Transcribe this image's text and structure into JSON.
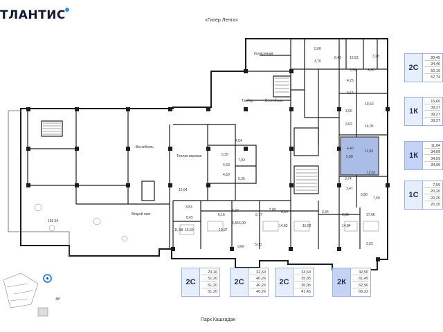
{
  "brand": {
    "logo_text": "ТЛАНТИС"
  },
  "streets": {
    "top": "«Гипер Лента»",
    "bottom": "Парк Кашкадан"
  },
  "compass": {
    "angle_label": "48°"
  },
  "colors": {
    "accent": "#3b8ed8",
    "card_tag": "#e7eefb",
    "card_highlight": "#c4d3f3",
    "highlight_unit": "#a9bde6",
    "walls": "#1b1b1b"
  },
  "icons": {
    "compass": "compass-icon",
    "location": "location-pin-icon"
  },
  "rooms": {
    "kolyaska": "Колясочная",
    "vestibule_right": "Вестибюль",
    "tambur": "Тамбур",
    "vestibule_center": "Вестибюль",
    "warm_floor": "Теплая игровая",
    "second_light": "Второй свет",
    "terrace": "159,64"
  },
  "areas": {
    "a_5_00": "5,00",
    "a_3_76": "3,76",
    "a_6_41": "6,41",
    "a_10_53": "10,53",
    "a_3_28": "3,28",
    "a_3_59": "3,59",
    "a_3_30": "3,30",
    "a_4_25": "4,25",
    "a_3_64": "3,64",
    "a_10_60": "10,60",
    "a_3_00": "3,00",
    "a_3_02": "3,02",
    "a_14_05": "14,05",
    "a_4_40": "4,40",
    "a_11_84": "11,84",
    "a_5_98": "5,98",
    "a_12_61": "12,61",
    "a_3_74": "3,74",
    "a_3_47": "3,47",
    "a_5_80": "5,80",
    "a_7_59": "7,59",
    "a_6_88": "6,88",
    "a_17_66": "17,66",
    "a_14_84": "14,84",
    "a_2_62": "2,62",
    "a_15_02": "15,02",
    "a_3_34": "3,34",
    "a_14_83": "14,83",
    "a_6_34": "6,34",
    "a_2_85": "2,85",
    "a_5_77": "5,77",
    "a_5_00b": "5,00",
    "a_6_00": "6,00",
    "a_5_30": "5,30",
    "a_6_85": "6,85",
    "a_9_66": "9,66",
    "a_6_16": "6,16",
    "a_3_53": "3,53",
    "a_8_65": "8,65",
    "a_11_08": "11,08",
    "a_15_60": "15,60",
    "a_10_97": "10,97",
    "a_12_04": "12,04",
    "a_4_54": "4,54",
    "a_5_35": "5,35",
    "a_4_63": "4,63",
    "a_7_03": "7,03",
    "a_4_50": "4,50",
    "a_5_35b": "5,35"
  },
  "cards_right": [
    {
      "type": "2С",
      "values": [
        "20,45",
        "34,46",
        "56,10",
        "57,74"
      ],
      "highlight": false
    },
    {
      "type": "1К",
      "values": [
        "15,60",
        "39,27",
        "39,27",
        "39,27"
      ],
      "highlight": false
    },
    {
      "type": "1К",
      "values": [
        "11,84",
        "34,09",
        "34,09",
        "34,09"
      ],
      "highlight": true
    },
    {
      "type": "1С",
      "values": [
        "7,59",
        "20,20",
        "20,20",
        "20,20"
      ],
      "highlight": false
    }
  ],
  "cards_bottom": [
    {
      "type": "2С",
      "values": [
        "23,16",
        "51,20",
        "51,20",
        "51,20"
      ],
      "highlight": false
    },
    {
      "type": "2С",
      "values": [
        "22,60",
        "40,26",
        "40,26",
        "40,26"
      ],
      "highlight": false
    },
    {
      "type": "2С",
      "values": [
        "24,69",
        "35,85",
        "36,95",
        "41,45"
      ],
      "highlight": false
    },
    {
      "type": "2К",
      "values": [
        "32,50",
        "61,45",
        "62,90",
        "66,32"
      ],
      "highlight": true
    }
  ]
}
